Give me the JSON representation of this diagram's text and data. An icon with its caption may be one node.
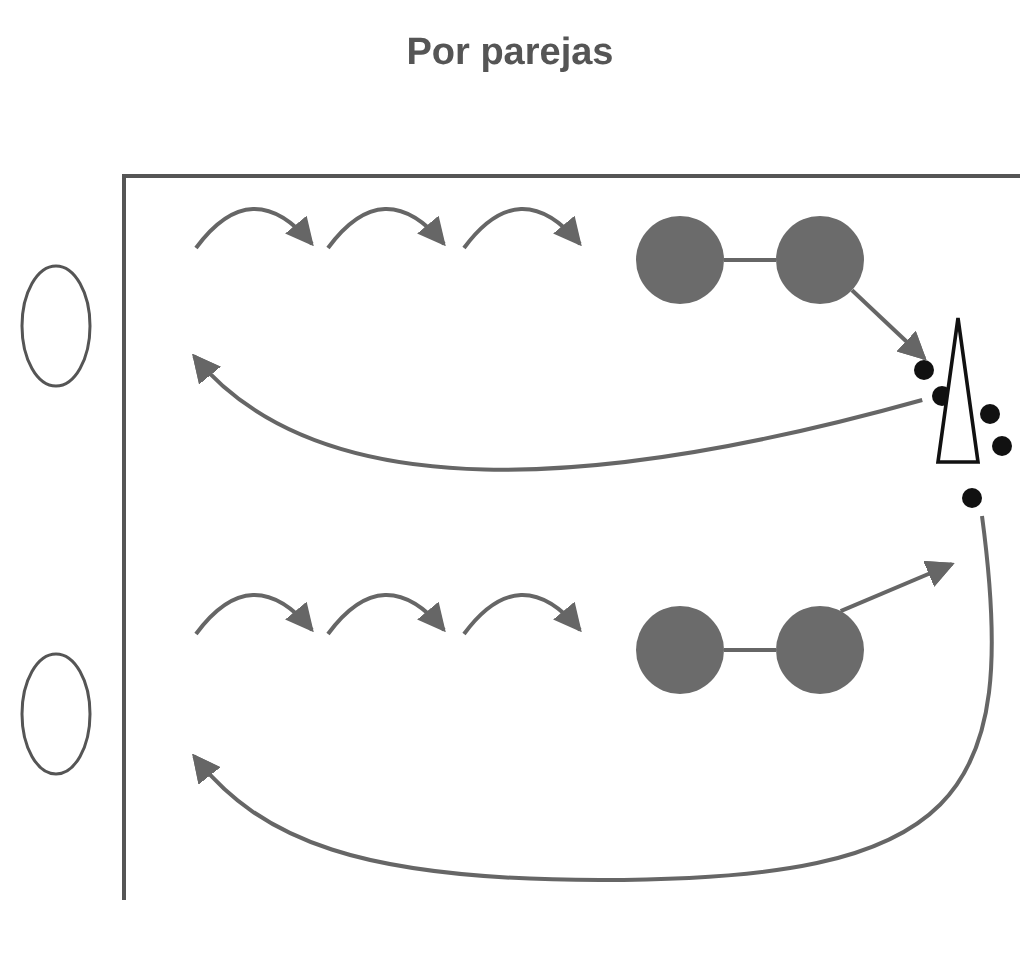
{
  "diagram": {
    "title": "Por parejas",
    "nodes": [
      {
        "text": [],
        "shape": "circle"
      },
      {
        "text": [],
        "shape": "circle"
      },
      {
        "text": [],
        "shape": "cone"
      },
      {
        "text": [],
        "shape": "circle"
      },
      {
        "text": [],
        "shape": "circle"
      }
    ],
    "edges": [
      {
        "from": 0,
        "to": 1,
        "arrow": "none"
      },
      {
        "from": 1,
        "to": 2,
        "arrow": "to"
      },
      {
        "from": 2,
        "to": null,
        "arrow": "to"
      },
      {
        "from": 3,
        "to": 4,
        "arrow": "none"
      },
      {
        "from": 4,
        "to": 2,
        "arrow": "to"
      },
      {
        "from": 2,
        "to": null,
        "arrow": "to"
      }
    ]
  }
}
